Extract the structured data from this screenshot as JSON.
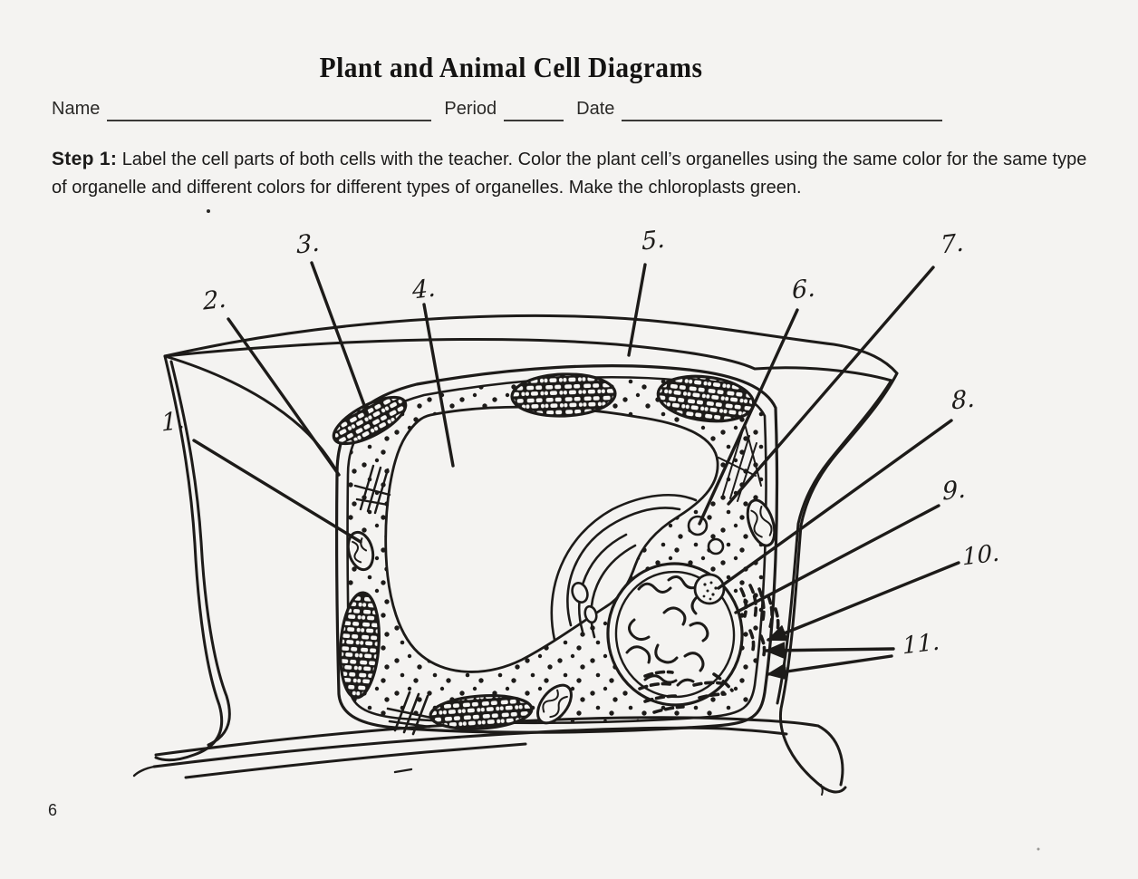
{
  "title": "Plant and Animal Cell Diagrams",
  "form": {
    "name_label": "Name",
    "period_label": "Period",
    "date_label": "Date"
  },
  "instructions": {
    "step_label": "Step 1:",
    "body": "Label the cell parts of both cells with the teacher.  Color the plant cell’s organelles using the same color for the same type of organelle and different colors for different types of organelles.  Make the chloroplasts green."
  },
  "diagram": {
    "type": "plant-cell-labeling-line-drawing",
    "ink_color": "#1d1b19",
    "paper_color": "#f4f3f1",
    "labels": [
      {
        "text": "1."
      },
      {
        "text": "2."
      },
      {
        "text": "3."
      },
      {
        "text": "4."
      },
      {
        "text": "5."
      },
      {
        "text": "6."
      },
      {
        "text": "7."
      },
      {
        "text": "8."
      },
      {
        "text": "9."
      },
      {
        "text": "10."
      },
      {
        "text": "11."
      }
    ]
  },
  "footer": {
    "page_number": "6"
  }
}
